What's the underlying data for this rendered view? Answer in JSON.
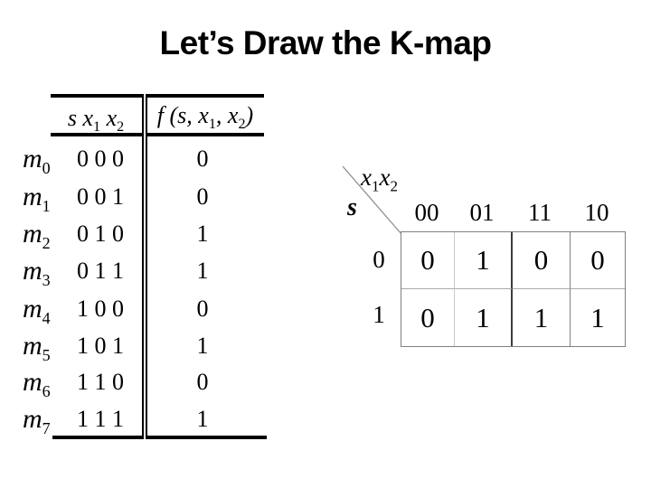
{
  "slide": {
    "title": "Let’s Draw the K-map"
  },
  "truth_table": {
    "header_left": [
      "s x",
      "1",
      " x",
      "2"
    ],
    "header_right": [
      "f (s, x",
      "1",
      ", x",
      "2",
      ")"
    ],
    "rows": [
      {
        "m": "m",
        "sub": "0",
        "bits": "0 0 0",
        "f": "0"
      },
      {
        "m": "m",
        "sub": "1",
        "bits": "0 0 1",
        "f": "0"
      },
      {
        "m": "m",
        "sub": "2",
        "bits": "0 1 0",
        "f": "1"
      },
      {
        "m": "m",
        "sub": "3",
        "bits": "0 1 1",
        "f": "1"
      },
      {
        "m": "m",
        "sub": "4",
        "bits": "1 0 0",
        "f": "0"
      },
      {
        "m": "m",
        "sub": "5",
        "bits": "1 0 1",
        "f": "1"
      },
      {
        "m": "m",
        "sub": "6",
        "bits": "1 1 0",
        "f": "0"
      },
      {
        "m": "m",
        "sub": "7",
        "bits": "1 1 1",
        "f": "1"
      }
    ]
  },
  "kmap": {
    "corner_top": [
      "x",
      "1",
      "x",
      "2"
    ],
    "corner_side": "s",
    "col_labels": [
      "00",
      "01",
      "11",
      "10"
    ],
    "row_labels": [
      "0",
      "1"
    ],
    "cells": [
      [
        "0",
        "1",
        "0",
        "0"
      ],
      [
        "0",
        "1",
        "1",
        "1"
      ]
    ],
    "colors": {
      "text": "#000000",
      "grid_outer": "#808080",
      "grid_light": "#c9c9c9",
      "grid_dark": "#3c3c3c",
      "grid_mid": "#828282",
      "grid_row_divider": "#ababab"
    }
  }
}
